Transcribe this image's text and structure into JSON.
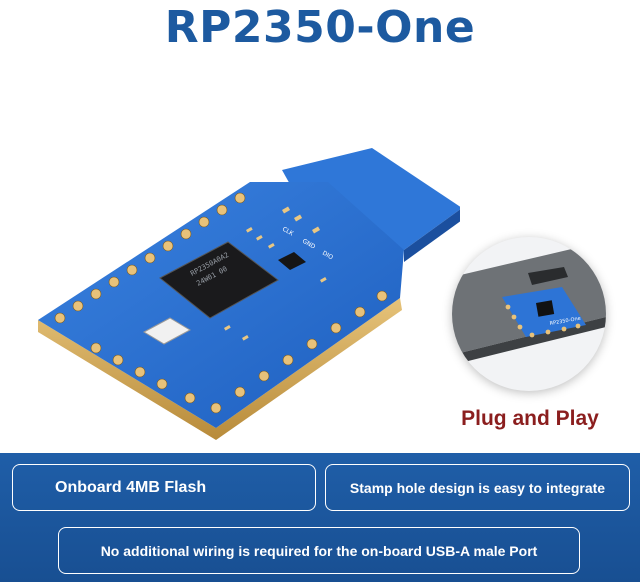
{
  "title": "RP2350-One",
  "image": {
    "subject": "rp2350-one-board",
    "chip_marking_line1": "RP2350A0A2",
    "chip_marking_line2": "24W01 00",
    "inset_board_label": "RP2350-One",
    "silkscreen_labels": [
      "CLK",
      "GND",
      "DIO"
    ]
  },
  "inset": {
    "caption": "Plug and Play"
  },
  "features": {
    "flash": "Onboard 4MB Flash",
    "stamp": "Stamp hole design is easy to integrate",
    "usb": "No additional wiring is required for the on-board USB-A male Port"
  },
  "colors": {
    "title": "#1d5aa0",
    "pcb": "#2a6fd1",
    "banner": "#1f5ea8",
    "caption": "#8b1e1e"
  }
}
